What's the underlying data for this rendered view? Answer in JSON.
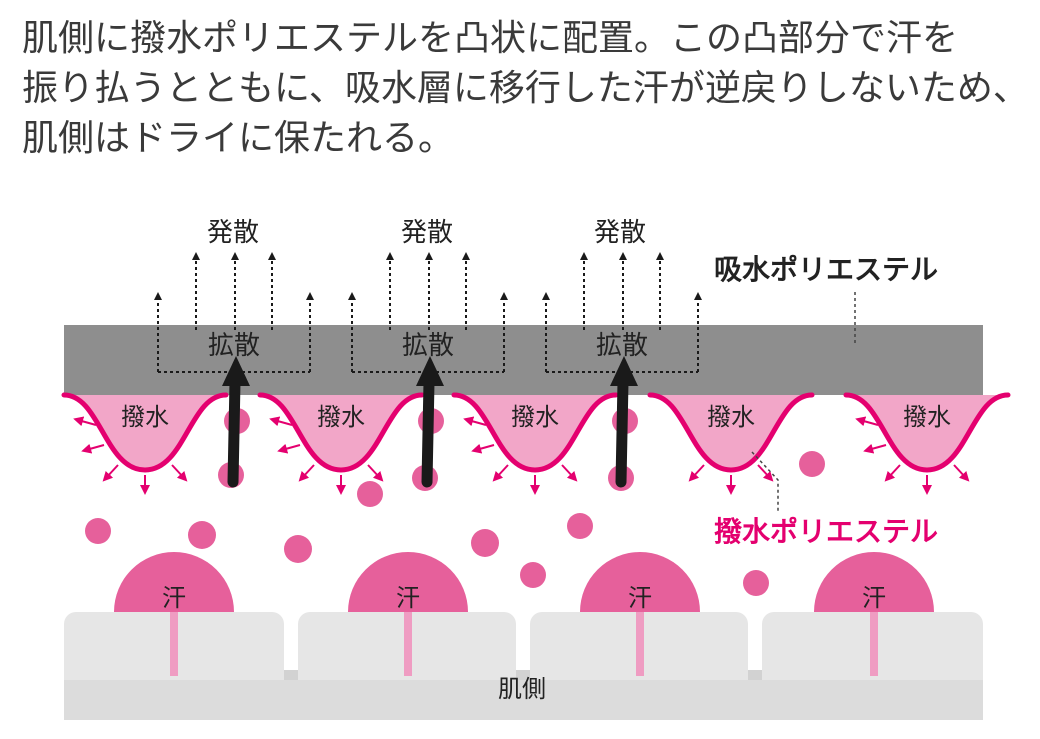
{
  "caption": {
    "lines": [
      "肌側に撥水ポリエステルを凸状に配置。この凸部分で汗を",
      "振り払うとともに、吸水層に移行した汗が逆戻りしないため、",
      "肌側はドライに保たれる。"
    ]
  },
  "diagram": {
    "evaporation_label": "発散",
    "diffusion_label": "拡散",
    "repellent_label": "撥水",
    "sweat_label": "汗",
    "skin_label": "肌側",
    "absorbent_layer_label": "吸水ポリエステル",
    "repellent_layer_label": "撥水ポリエステル",
    "colors": {
      "absorbent_layer": "#8e8e8e",
      "repellent": "#e4006f",
      "repellent_fill": "#f2a6c8",
      "sweat_drop": "#e6609b",
      "skin": "#e6e6e6",
      "skin_base": "#d2d2d2",
      "arrow": "#1a1a1a",
      "text": "#222222"
    }
  }
}
